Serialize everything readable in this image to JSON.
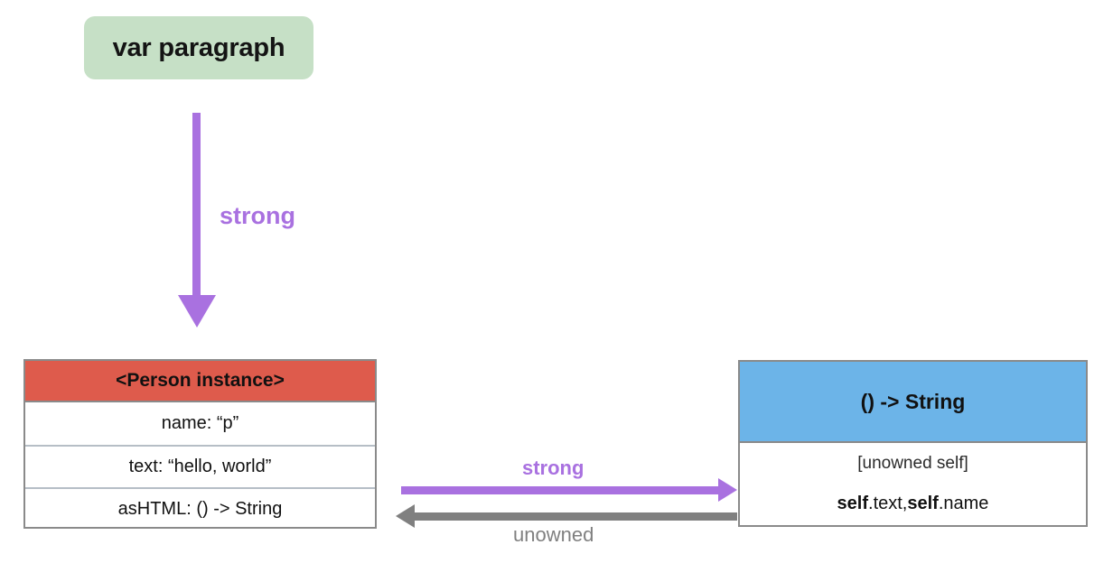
{
  "diagram": {
    "title": "Swift closure capture / retain cycle diagram",
    "colors": {
      "variable_box_fill": "#c6e0c6",
      "instance_header_fill": "#de5b4c",
      "closure_header_fill": "#6cb4e8",
      "strong_arrow": "#a971e0",
      "unowned_arrow": "#808080",
      "table_border": "#8a8a8a",
      "row_separator": "#b6bec6"
    },
    "variable_box": {
      "label": "var paragraph"
    },
    "vertical_arrow": {
      "label": "strong",
      "direction": "down",
      "color": "#a971e0"
    },
    "person_instance": {
      "header": "<Person instance>",
      "rows": [
        "name: “p”",
        "text: “hello, world”",
        "asHTML: () -> String"
      ]
    },
    "closure_object": {
      "header": "() -> String",
      "capture_list": "[unowned self]",
      "body_prefix_bold": "self",
      "body_mid": ".text, ",
      "body_second_bold": "self",
      "body_suffix": ".name",
      "body_plain": "self.text, self.name"
    },
    "horizontal_arrows": [
      {
        "label": "strong",
        "direction": "right",
        "color": "#a971e0",
        "from": "<Person instance>",
        "to": "() -> String"
      },
      {
        "label": "unowned",
        "direction": "left",
        "color": "#808080",
        "from": "() -> String",
        "to": "<Person instance>"
      }
    ]
  }
}
